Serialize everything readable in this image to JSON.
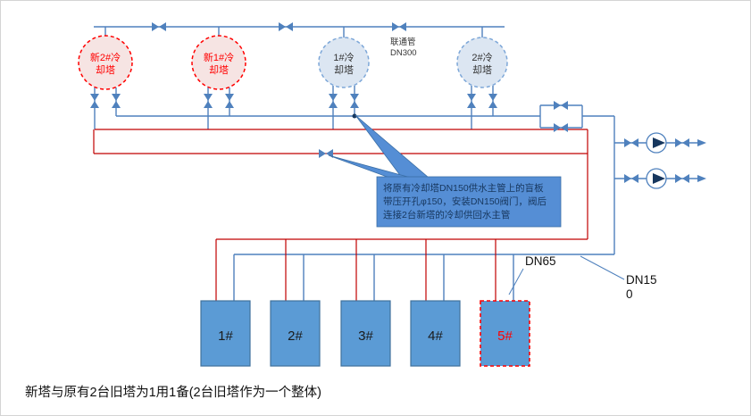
{
  "diagram": {
    "caption": "新塔与原有2台旧塔为1用1备(2台旧塔作为一个整体)",
    "top_pipe_label": {
      "line1": "联通管",
      "line2": "DN300"
    },
    "towers": [
      {
        "name": "新2#冷却塔",
        "line1": "新2#冷",
        "line2": "却塔",
        "type": "new"
      },
      {
        "name": "新1#冷却塔",
        "line1": "新1#冷",
        "line2": "却塔",
        "type": "new"
      },
      {
        "name": "1#冷却塔",
        "line1": "1#冷",
        "line2": "却塔",
        "type": "old"
      },
      {
        "name": "2#冷却塔",
        "line1": "2#冷",
        "line2": "却塔",
        "type": "old"
      }
    ],
    "callout": {
      "line1": "将原有冷却塔DN150供水主管上的盲板",
      "line2": "带压开孔φ150，安装DN150阀门，阀后",
      "line3": "连接2台新塔的冷却供回水主管"
    },
    "units": [
      {
        "label": "1#"
      },
      {
        "label": "2#"
      },
      {
        "label": "3#"
      },
      {
        "label": "4#"
      },
      {
        "label": "5#",
        "highlight": true
      }
    ],
    "pipe_labels": {
      "dn65": "DN65",
      "dn150_line1": "DN15",
      "dn150_line2": "0"
    },
    "colors": {
      "pipe_blue": "#4f81bd",
      "pipe_red": "#c00000",
      "valve_blue": "#4f81bd",
      "new_tower_red": "#ff0000",
      "tower_fill_new": "#f6e4e3",
      "tower_fill_old": "#dce6f2",
      "callout_fill": "#558ed5",
      "unit_fill": "#5b9bd5",
      "dark_text": "#17375e"
    }
  }
}
